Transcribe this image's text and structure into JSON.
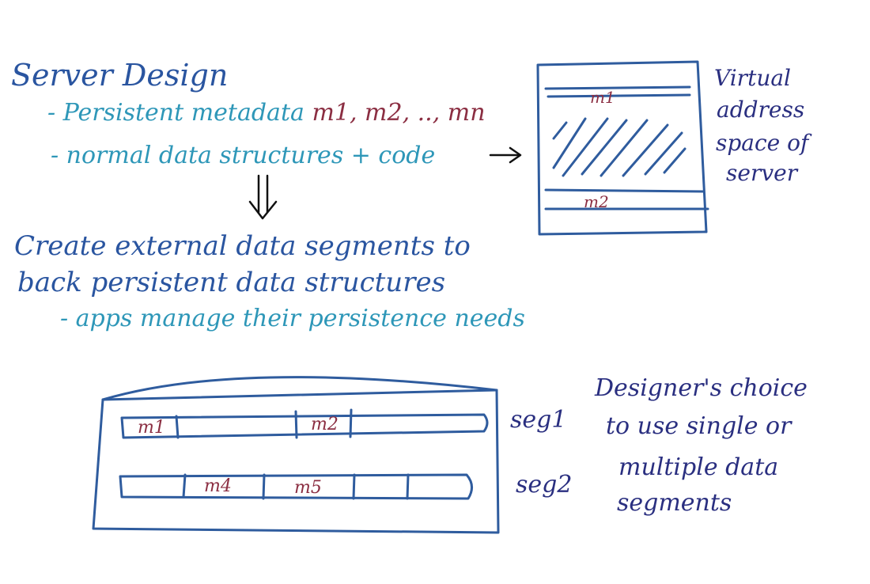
{
  "title": "Server Design",
  "bullets": [
    {
      "prefix": "- Persistent metadata ",
      "suffix": "m1, m2, .., mn"
    },
    {
      "prefix": "- normal data structures + code",
      "suffix": ""
    }
  ],
  "conclusion": {
    "line1": "Create external data segments to",
    "line2": "back persistent data structures",
    "sub": "- apps manage their persistence needs"
  },
  "address_space": {
    "caption": [
      "Virtual",
      "address",
      "space of",
      "server"
    ],
    "top_label": "m1",
    "bottom_label": "m2"
  },
  "segments": {
    "seg1": {
      "name": "seg1",
      "cells": [
        "m1",
        "m2"
      ]
    },
    "seg2": {
      "name": "seg2",
      "cells": [
        "m4",
        "m5"
      ]
    }
  },
  "note": [
    "Designer's choice",
    "to use single or",
    "multiple data",
    "segments"
  ],
  "colors": {
    "ink_blue": "#2a55a0",
    "ink_teal": "#2e97b8",
    "ink_maroon": "#8b2e42",
    "ink_dark_blue": "#2a2f80",
    "ink_black": "#111111"
  }
}
